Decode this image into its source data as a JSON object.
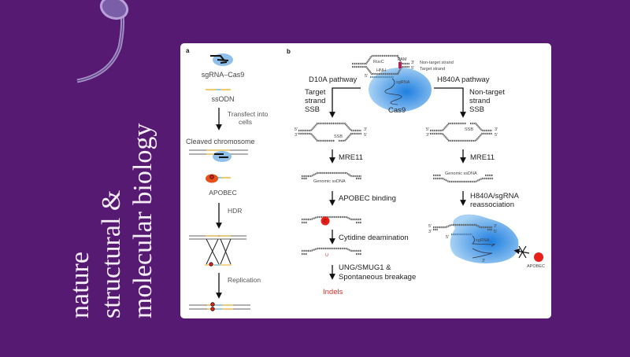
{
  "journal": {
    "name_lines": [
      "nature",
      "structural &",
      "molecular biology"
    ],
    "background_color": "#561a73"
  },
  "figure": {
    "panel_a": {
      "label": "a",
      "sgrna_cas9": "sgRNA–Cas9",
      "ssodn": "ssODN",
      "transfect_1": "Transfect into",
      "transfect_2": "cells",
      "cleaved": "Cleaved chromosome",
      "apobec": "APOBEC",
      "hdr": "HDR",
      "replication": "Replication"
    },
    "panel_b": {
      "label": "b",
      "ruvc": "RuvC",
      "hnh": "HNH",
      "pam": "PAM",
      "non_target_strand": "Non-target strand",
      "target_strand": "Target strand",
      "sgrna": "sgRNA",
      "three_prime": "3'",
      "five_prime": "5'",
      "cas9": "Cas9",
      "d10a_pathway": "D10A pathway",
      "h840a_pathway": "H840A pathway",
      "left_ssb": [
        "Target",
        "strand",
        "SSB"
      ],
      "right_ssb": [
        "Non-target",
        "strand",
        "SSB"
      ],
      "ssb": "SSB",
      "mre11": "MRE11",
      "genomic_ssdna": "Genomic ssDNA",
      "apobec_binding": "APOBEC binding",
      "c_base": "C",
      "cytidine_deamination": "Cytidine deamination",
      "u_base": "U",
      "ung_1": "UNG/SMUG1 &",
      "ung_2": "Spontaneous breakage",
      "indels": "Indels",
      "reassoc_1": "H840A/sgRNA",
      "reassoc_2": "reassociation",
      "apobec": "APOBEC"
    },
    "colors": {
      "cas9_blue": "#4a9ee8",
      "apobec_red": "#e8201a",
      "indels_red": "#d9302a",
      "ssodn_yellow": "#f5c96a",
      "ssodn_blue": "#8cc8e8",
      "apobec_orange": "#e8501a",
      "pam_color": "#b0205a"
    }
  }
}
